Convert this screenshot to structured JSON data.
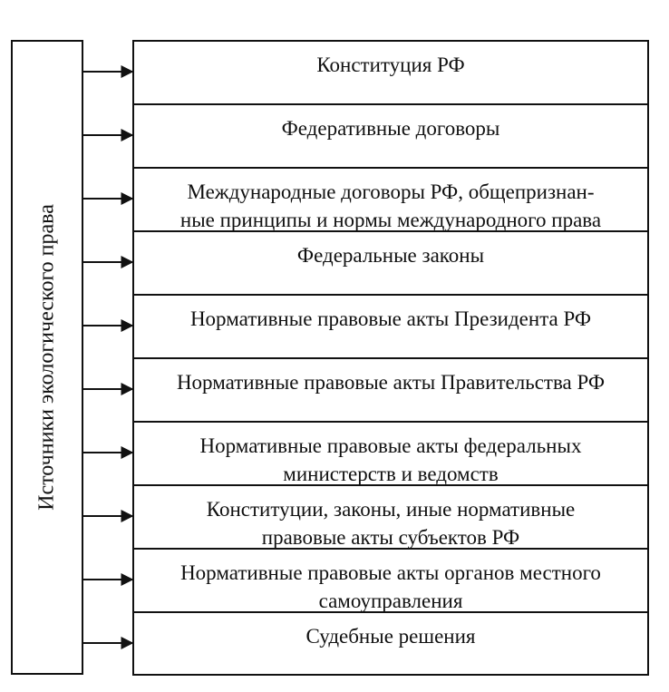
{
  "diagram": {
    "left_label": "Источники экологического права",
    "rows": [
      {
        "lines": [
          "Конституция РФ"
        ]
      },
      {
        "lines": [
          "Федеративные договоры"
        ]
      },
      {
        "lines": [
          "Международные договоры РФ, общепризнан-",
          "ные принципы и нормы международного права"
        ]
      },
      {
        "lines": [
          "Федеральные законы"
        ]
      },
      {
        "lines": [
          "Нормативные правовые акты Президента РФ"
        ]
      },
      {
        "lines": [
          "Нормативные правовые акты Правительства РФ"
        ]
      },
      {
        "lines": [
          "Нормативные правовые акты федеральных",
          "министерств и ведомств"
        ]
      },
      {
        "lines": [
          "Конституции, законы, иные нормативные",
          "правовые акты субъектов РФ"
        ]
      },
      {
        "lines": [
          "Нормативные правовые акты органов местного",
          "самоуправления"
        ]
      },
      {
        "lines": [
          "Судебные решения"
        ]
      }
    ]
  }
}
